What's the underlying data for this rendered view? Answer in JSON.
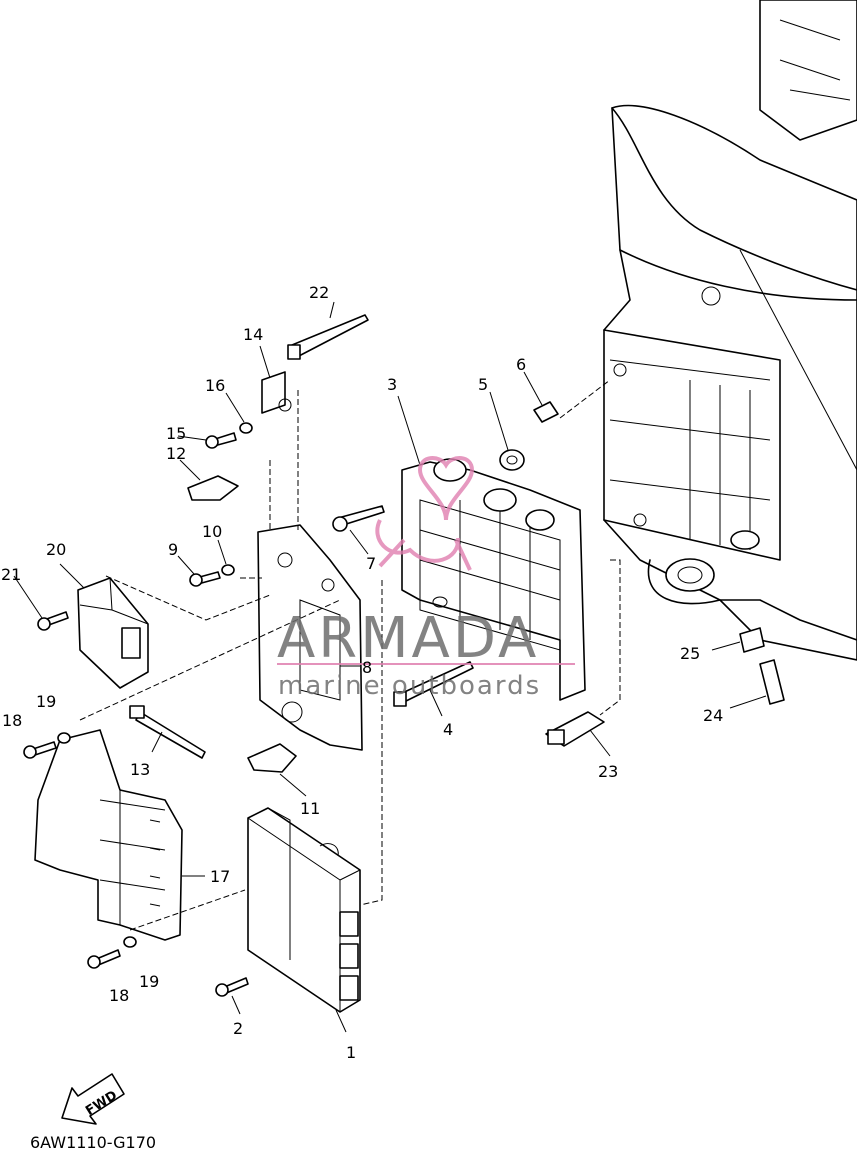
{
  "diagram": {
    "callouts": [
      "1",
      "2",
      "3",
      "4",
      "5",
      "6",
      "7",
      "8",
      "9",
      "10",
      "11",
      "12",
      "13",
      "14",
      "15",
      "16",
      "17",
      "18",
      "18",
      "19",
      "19",
      "20",
      "21",
      "22",
      "23",
      "24",
      "25"
    ],
    "part_code": "6AW1110-G170",
    "fwd_label": "FWD",
    "watermark": {
      "brand": "ARMADA",
      "tagline": "marine outboards",
      "color": "#e07fb0"
    }
  }
}
